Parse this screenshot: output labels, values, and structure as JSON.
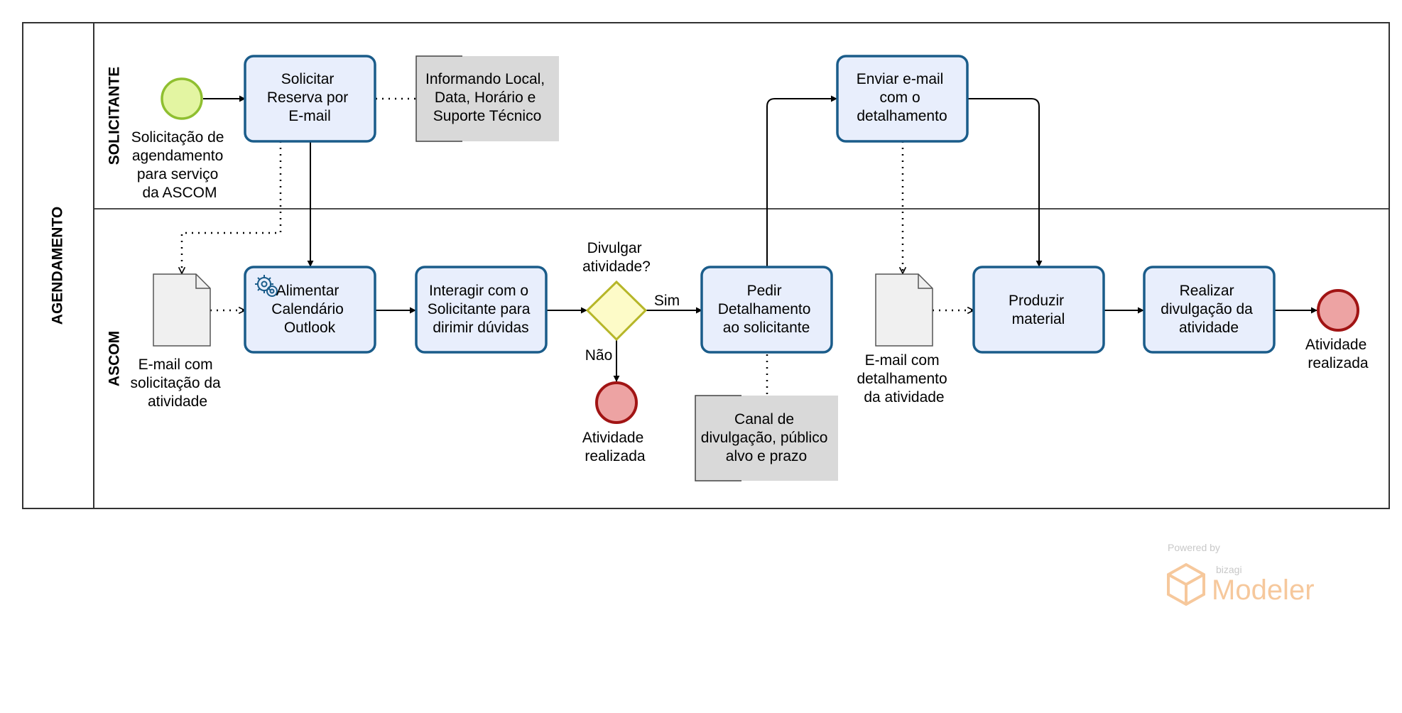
{
  "pool": {
    "title": "AGENDAMENTO"
  },
  "lanes": [
    {
      "id": "solicitante",
      "label": "SOLICITANTE"
    },
    {
      "id": "ascom",
      "label": "ASCOM"
    }
  ],
  "events": {
    "start": {
      "lines": [
        "Solicitação de",
        "agendamento",
        "para serviço",
        "da ASCOM"
      ]
    },
    "end_nao": {
      "lines": [
        "Atividade",
        "realizada"
      ]
    },
    "end_final": {
      "lines": [
        "Atividade",
        "realizada"
      ]
    }
  },
  "tasks": {
    "solicitar": {
      "lines": [
        "Solicitar",
        "Reserva por",
        "E-mail"
      ]
    },
    "alimentar": {
      "lines": [
        "Alimentar",
        "Calendário",
        "Outlook"
      ]
    },
    "interagir": {
      "lines": [
        "Interagir com o",
        "Solicitante para",
        "dirimir dúvidas"
      ]
    },
    "pedir": {
      "lines": [
        "Pedir",
        "Detalhamento",
        "ao solicitante"
      ]
    },
    "enviar": {
      "lines": [
        "Enviar e-mail",
        "com o",
        "detalhamento"
      ]
    },
    "produzir": {
      "lines": [
        "Produzir",
        "material"
      ]
    },
    "realizar": {
      "lines": [
        "Realizar",
        "divulgação da",
        "atividade"
      ]
    }
  },
  "gateway": {
    "lines": [
      "Divulgar",
      "atividade?"
    ],
    "yes": "Sim",
    "no": "Não"
  },
  "annotations": {
    "local": {
      "lines": [
        "Informando Local,",
        "Data, Horário e",
        "Suporte Técnico"
      ]
    },
    "canal": {
      "lines": [
        "Canal de",
        "divulgação, público",
        "alvo e prazo"
      ]
    }
  },
  "documents": {
    "email_solicitacao": {
      "lines": [
        "E-mail com",
        "solicitação da",
        "atividade"
      ]
    },
    "email_detalhamento": {
      "lines": [
        "E-mail com",
        "detalhamento",
        "da atividade"
      ]
    }
  },
  "watermark": {
    "powered": "Powered by",
    "brand": "bizagi",
    "product": "Modeler"
  },
  "colors": {
    "task_fill": "#e8eefc",
    "task_stroke": "#1a5c8a",
    "start_fill": "#e3f5a2",
    "start_stroke": "#8fbf30",
    "end_fill": "#eda3a3",
    "end_stroke": "#a11414",
    "gateway_fill": "#fdfbc8",
    "gateway_stroke": "#b6b628",
    "annotation_fill": "#d9d9d9",
    "watermark": "#f6c89c"
  }
}
